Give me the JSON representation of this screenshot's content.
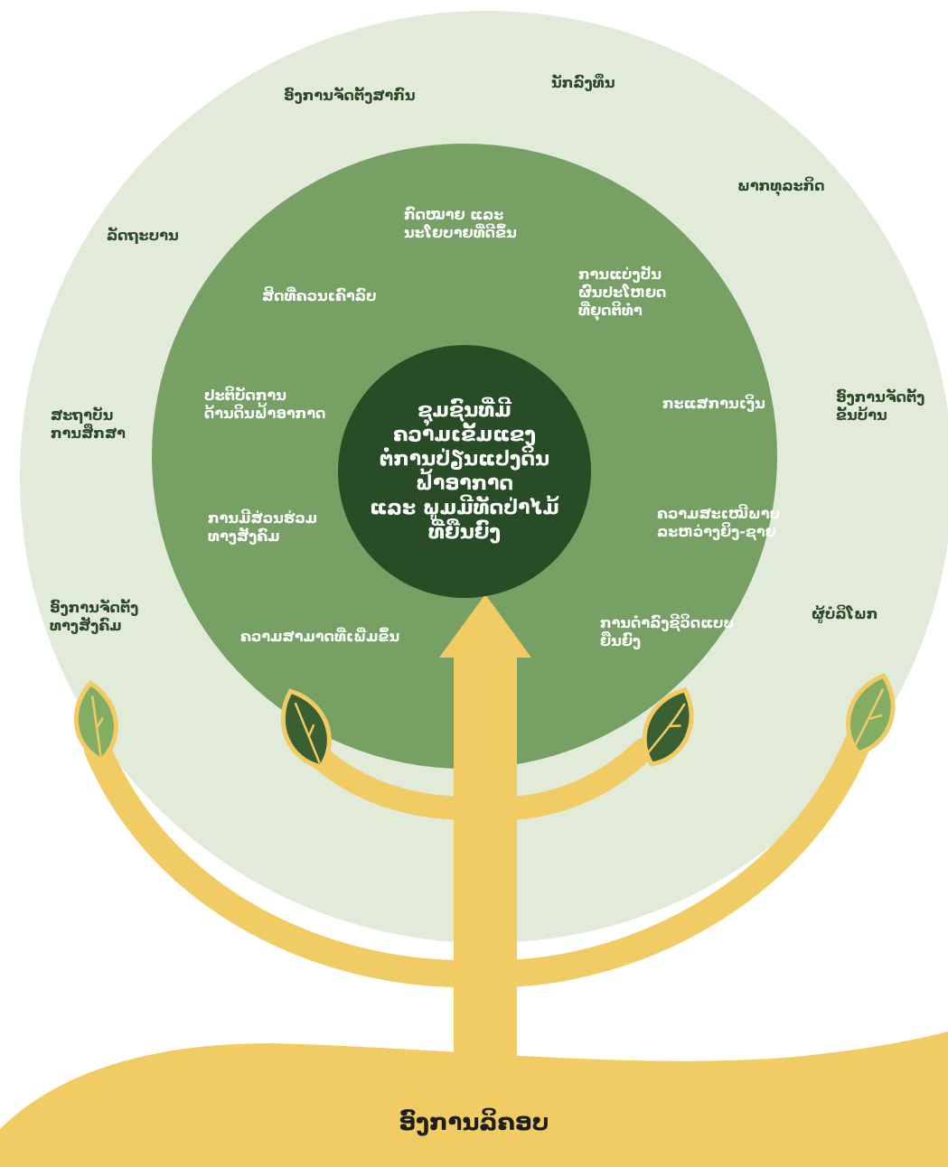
{
  "colors": {
    "outer_ring": "#e2ead9",
    "middle_ring": "#77a064",
    "core": "#284d26",
    "trunk": "#f1cb63",
    "leaf_light": "#83ad63",
    "leaf_dark": "#3a5f33"
  },
  "core_text": "ຊຸມຊົນທີ່ມີ\nຄວາມເຂັ້ມແຂງ\nຕໍ່ການປ່ຽນແປງດິນ\nຟ້າອາກາດ\nແລະ ພູມມີທັດປ່າໄມ້\nທີ່ຍືນຍົງ",
  "middle_ring_labels": [
    "ກົດໝາຍ ແລະ\nນະໂຍບາຍທີ່ດີຂຶ້ນ",
    "ສິດທີ່ຄວນເຄົາລົບ",
    "ການແບ່ງປັນ\nຜົນປະໂຫຍດ\nທີ່ຍຸດຕິທໍາ",
    "ປະຕິບັດການ\nດ້ານດິນຟ້າອາກາດ",
    "ກະແສການເງິນ",
    "ການມີສ່ວນຮ່ວມ\nທາງສັງຄົມ",
    "ຄວາມສະເໝີພາບ\nລະຫວ່າງຍິງ-ຊາຍ",
    "ຄວາມສາມາດທີ່ເພີ່ມຂຶ້ນ",
    "ການດໍາລົງຊີວິດແບບ\nຍືນຍົງ"
  ],
  "outer_ring_labels": [
    "ອົງການຈັດຕັ້ງສາກົນ",
    "ນັກລົງທຶນ",
    "ພາກທຸລະກິດ",
    "ລັດຖະບານ",
    "ອົງການຈັດຕັ້ງ\nຂັ້ນບ້ານ",
    "ສະຖາບັນ\nການສຶກສາ",
    "ອົງການຈັດຕັ້ງ\nທາງສັງຄົມ",
    "ຜູ້ບໍລິໂພກ"
  ],
  "ground_label": "ອົງການລິຄອບ"
}
